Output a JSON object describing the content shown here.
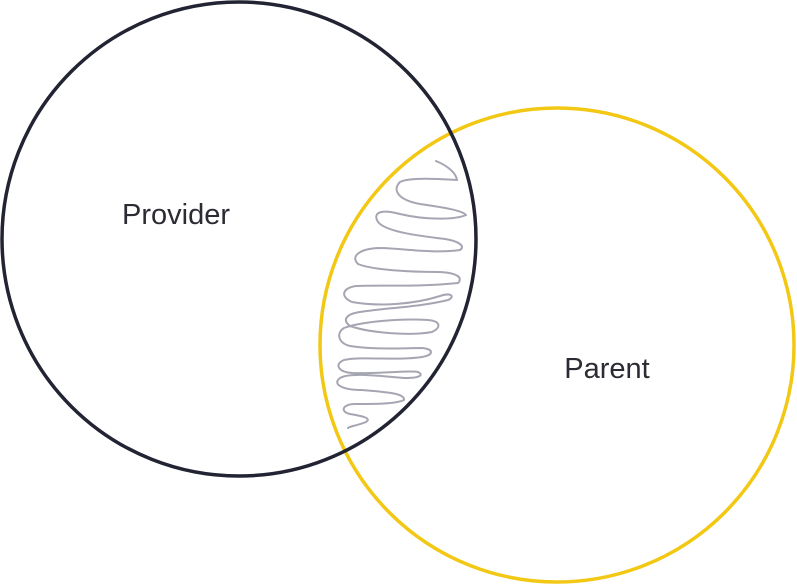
{
  "diagram": {
    "type": "venn",
    "sets": [
      {
        "id": "provider",
        "label": "Provider",
        "stroke_color": "#222333"
      },
      {
        "id": "parent",
        "label": "Parent",
        "stroke_color": "#f2c814"
      }
    ],
    "intersection": {
      "pattern": "scribble",
      "stroke_color": "#a6a6b3"
    }
  }
}
